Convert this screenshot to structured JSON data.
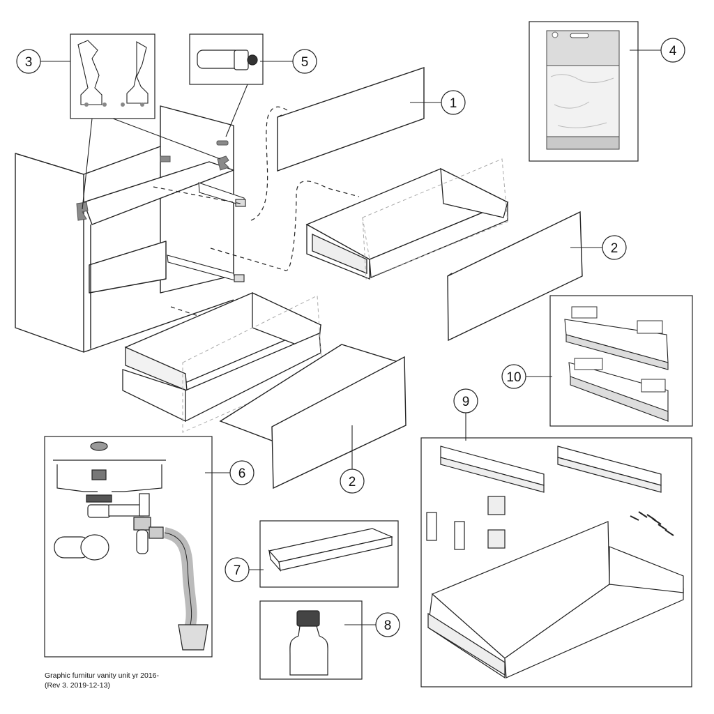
{
  "diagram": {
    "callouts": [
      "1",
      "2",
      "3",
      "4",
      "5",
      "6",
      "7",
      "8",
      "9",
      "10",
      "2"
    ],
    "caption": {
      "line1": "Graphic furnitur vanity unit yr 2016-",
      "line2": "(Rev 3.  2019-12-13)"
    }
  }
}
